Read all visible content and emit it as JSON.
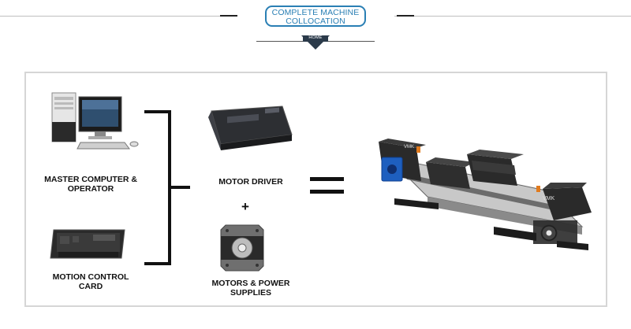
{
  "header": {
    "title_line1": "COMPLETE MACHINE",
    "title_line2": "COLLOCATION",
    "badge": "HOME"
  },
  "diagram": {
    "master_computer_label_line1": "MASTER COMPUTER &",
    "master_computer_label_line2": "OPERATOR",
    "motion_card_label_line1": "MOTION CONTROL",
    "motion_card_label_line2": "CARD",
    "motor_driver_label": "MOTOR DRIVER",
    "plus_symbol": "+",
    "motors_label_line1": "MOTORS & POWER",
    "motors_label_line2": "SUPPLIES",
    "product_brand": "VMK"
  },
  "colors": {
    "accent": "#2a7fb4",
    "frame_border": "#d6d6d6",
    "product_blue": "#1e5fbf",
    "product_orange": "#e07a1e"
  }
}
